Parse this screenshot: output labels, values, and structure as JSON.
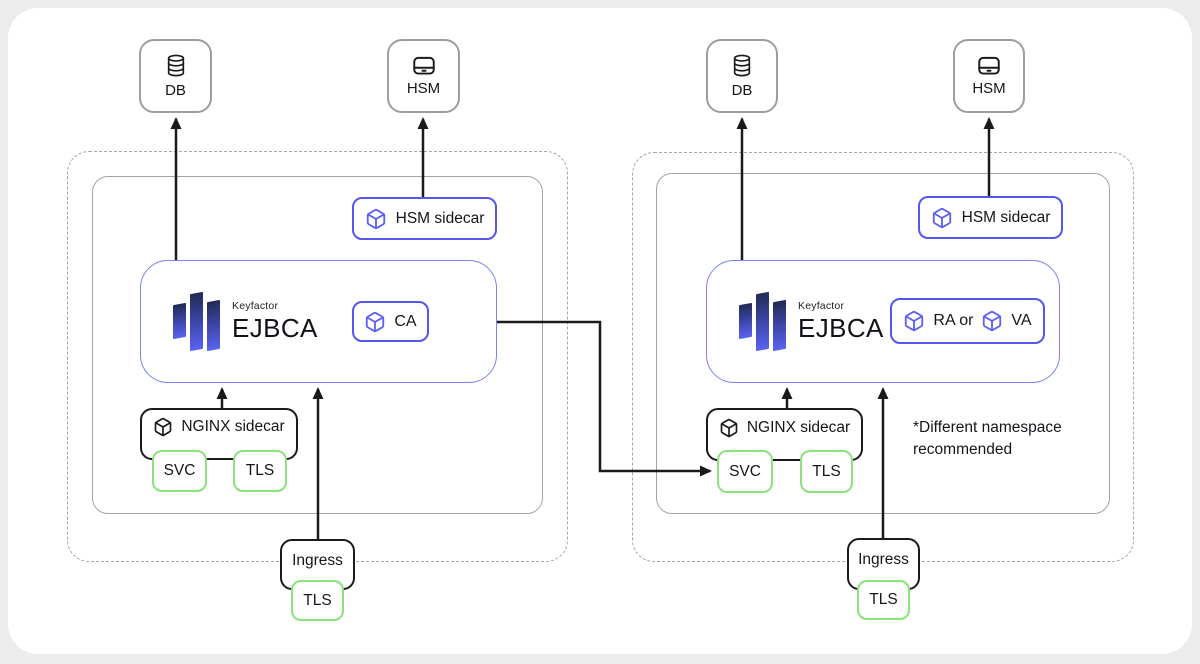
{
  "left": {
    "db_label": "DB",
    "hsm_label": "HSM",
    "hsm_sidecar_label": "HSM sidecar",
    "brand": "Keyfactor",
    "product": "EJBCA",
    "ca_label": "CA",
    "nginx_sidecar_label": "NGINX sidecar",
    "svc_label": "SVC",
    "nginx_tls_label": "TLS",
    "ingress_label": "Ingress",
    "ingress_tls_label": "TLS"
  },
  "right": {
    "db_label": "DB",
    "hsm_label": "HSM",
    "hsm_sidecar_label": "HSM sidecar",
    "brand": "Keyfactor",
    "product": "EJBCA",
    "ra_label": "RA or",
    "va_label": "VA",
    "nginx_sidecar_label": "NGINX sidecar",
    "svc_label": "SVC",
    "nginx_tls_label": "TLS",
    "ingress_label": "Ingress",
    "ingress_tls_label": "TLS",
    "note": "*Different namespace recommended"
  },
  "colors": {
    "accent_blue": "#5456ee",
    "container_blue_border": "#7b82f3",
    "green_border": "#8ce27d",
    "node_border_black": "#1a1a1a",
    "external_gray_border": "#9d9d9d",
    "canvas": "#ffffff",
    "page_background": "#ececec",
    "logo_gradient_top": "#222a55",
    "logo_gradient_bottom": "#5a63f0"
  }
}
